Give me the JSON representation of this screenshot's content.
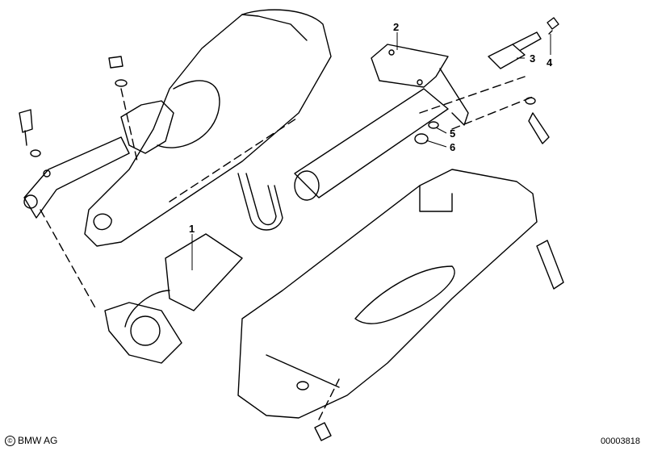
{
  "callouts": [
    "1",
    "2",
    "3",
    "4",
    "5",
    "6"
  ],
  "footer": {
    "copyright_symbol": "©",
    "brand": "BMW AG",
    "diagram_number": "00003818"
  },
  "colors": {
    "line": "#000000",
    "background": "#ffffff"
  }
}
